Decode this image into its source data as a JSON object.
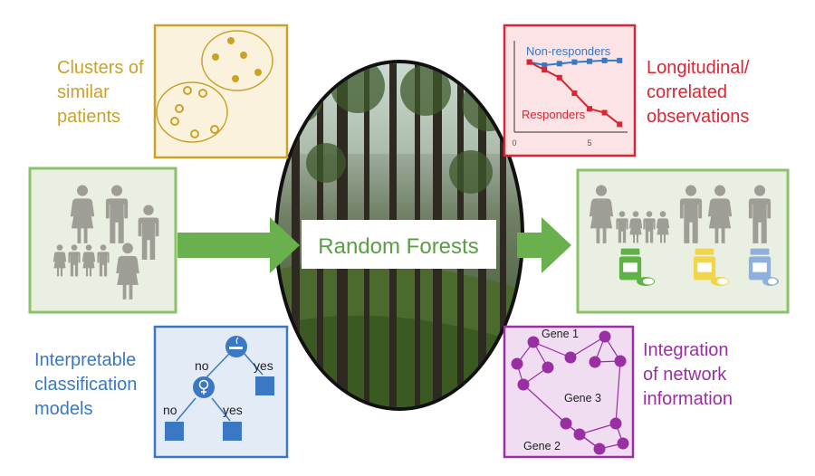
{
  "center": {
    "title": "Random Forests"
  },
  "top_left": {
    "label_lines": [
      "Clusters of",
      "similar",
      "patients"
    ]
  },
  "top_right": {
    "label_lines": [
      "Longitudinal/",
      "correlated",
      "observations"
    ],
    "chart": {
      "legend_nonresponders": "Non-responders",
      "legend_responders": "Responders",
      "tick_0": "0",
      "tick_5": "5"
    }
  },
  "bottom_left": {
    "label_lines": [
      "Interpretable",
      "classification",
      "models"
    ],
    "tree": {
      "no_top": "no",
      "yes_top": "yes",
      "no_bottom": "no",
      "yes_bottom": "yes"
    }
  },
  "bottom_right": {
    "label_lines": [
      "Integration",
      "of network",
      "information"
    ],
    "network": {
      "gene1": "Gene 1",
      "gene2": "Gene 2",
      "gene3": "Gene 3"
    }
  },
  "colors": {
    "gold": "#c9a227",
    "red": "#d92632",
    "blue": "#3a78c3",
    "purple": "#9a2ea3",
    "green": "#6ab04c",
    "person": "#9e9e96"
  },
  "chart_data": {
    "type": "line",
    "x": [
      1,
      2,
      3,
      4,
      5,
      6,
      7
    ],
    "series": [
      {
        "name": "Non-responders",
        "values": [
          9.0,
          8.6,
          8.8,
          9.0,
          9.1,
          9.2,
          9.2
        ]
      },
      {
        "name": "Responders",
        "values": [
          9.0,
          8.0,
          7.0,
          5.0,
          3.0,
          2.5,
          1.0
        ]
      }
    ],
    "xticks": [
      "0",
      "5"
    ],
    "grid": false
  }
}
